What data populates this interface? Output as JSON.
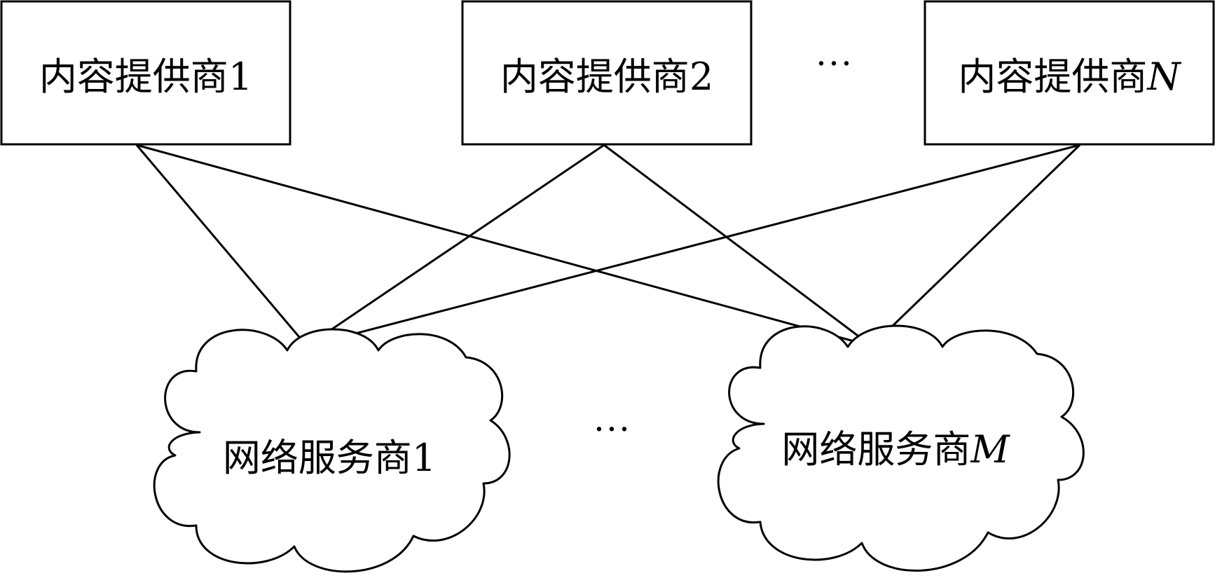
{
  "content_providers": [
    {
      "name": "内容提供商",
      "index": "1",
      "index_italic": false
    },
    {
      "name": "内容提供商",
      "index": "2",
      "index_italic": false
    },
    {
      "name": "内容提供商",
      "index": "N",
      "index_italic": true
    }
  ],
  "network_providers": [
    {
      "name": "网络服务商",
      "index": "1",
      "index_italic": false
    },
    {
      "name": "网络服务商",
      "index": "M",
      "index_italic": true
    }
  ],
  "ellipsis_top": "···",
  "ellipsis_bottom": "···",
  "connections": [
    {
      "from": "content_provider_1",
      "to": "network_provider_1"
    },
    {
      "from": "content_provider_1",
      "to": "network_provider_M"
    },
    {
      "from": "content_provider_2",
      "to": "network_provider_1"
    },
    {
      "from": "content_provider_2",
      "to": "network_provider_M"
    },
    {
      "from": "content_provider_N",
      "to": "network_provider_1"
    },
    {
      "from": "content_provider_N",
      "to": "network_provider_M"
    }
  ]
}
